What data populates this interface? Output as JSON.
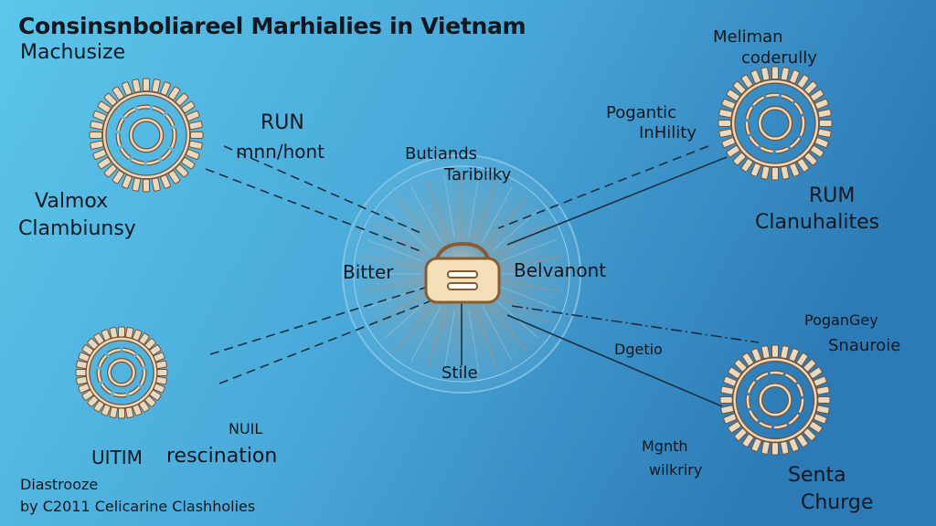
{
  "header": {
    "title": "Consinsnboliareel Marhialies in Vietnam",
    "subtitle": "Machusize"
  },
  "nodes": {
    "top_left": {
      "label_a": "RUN",
      "label_b": "mnn/hont",
      "label_c": "Valmox",
      "label_d": "Clambiunsy"
    },
    "top_right": {
      "label_a": "Meliman",
      "label_b": "coderully",
      "label_c": "Pogantic",
      "label_d": "InHility",
      "label_e": "RUM",
      "label_f": "Clanuhalites"
    },
    "bottom_left": {
      "label_a": "NUIL",
      "label_b": "UITIM",
      "label_c": "rescination"
    },
    "bottom_right": {
      "label_a": "PoganGey",
      "label_b": "Snauroie",
      "label_c": "Dgetio",
      "label_d": "Mgnth",
      "label_e": "wilkriry",
      "label_f": "Senta",
      "label_g": "Churge"
    }
  },
  "hub": {
    "label_top_a": "Butiands",
    "label_top_b": "Taribilky",
    "label_left": "Bitter",
    "label_right": "Belvanont",
    "label_bottom": "Stile",
    "icon": "lock-icon"
  },
  "footer": {
    "line1": "Diastrooze",
    "line2": "by C2011 Celicarine Clashholies"
  },
  "colors": {
    "bg_left": "#5cc3e8",
    "bg_right": "#2f7fb9",
    "virus_ring": "#e8d9c0",
    "virus_outline": "#7a5030",
    "hub_glow": "#f6e3c2"
  }
}
